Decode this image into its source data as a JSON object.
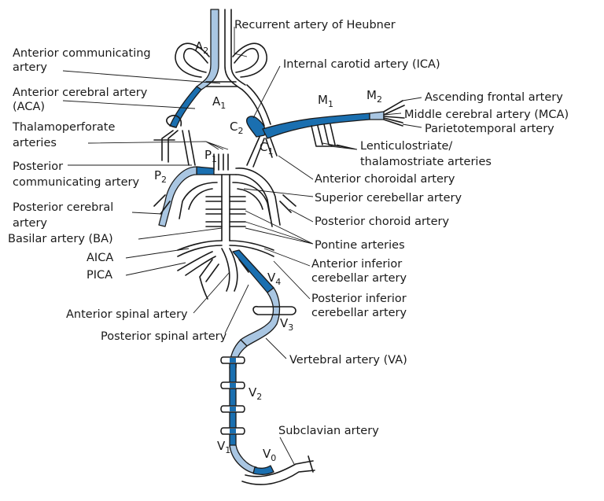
{
  "colors": {
    "outline": "#1a1a1a",
    "highlight_dark": "#1a6fb0",
    "highlight_light": "#a9c6e2",
    "background": "#ffffff"
  },
  "labels": {
    "heubner": "Recurrent artery of Heubner",
    "acom_1": "Anterior communicating",
    "acom_2": "artery",
    "ica": "Internal carotid artery (ICA)",
    "aca_1": "Anterior cerebral artery",
    "aca_2": "(ACA)",
    "ascending_frontal": "Ascending frontal artery",
    "mca": "Middle cerebral artery (MCA)",
    "parietotemporal": "Parietotemporal artery",
    "thalamo_1": "Thalamoperforate",
    "thalamo_2": "arteries",
    "lenticulo_1": "Lenticulostriate/",
    "lenticulo_2": "thalamostriate arteries",
    "pcom_1": "Posterior",
    "pcom_2": "communicating artery",
    "ant_choroidal": "Anterior choroidal artery",
    "sca": "Superior cerebellar artery",
    "pca_1": "Posterior cerebral",
    "pca_2": "artery",
    "post_choroid": "Posterior choroid artery",
    "basilar": "Basilar artery (BA)",
    "pontine": "Pontine arteries",
    "aica": "AICA",
    "pica": "PICA",
    "aica_full_1": "Anterior inferior",
    "aica_full_2": "cerebellar artery",
    "pica_full_1": "Posterior inferior",
    "pica_full_2": "cerebellar artery",
    "ant_spinal": "Anterior spinal artery",
    "post_spinal": "Posterior spinal artery",
    "vertebral": "Vertebral artery (VA)",
    "subclavian": "Subclavian artery"
  },
  "segments": {
    "a2": {
      "main": "A",
      "sub": "2"
    },
    "a1": {
      "main": "A",
      "sub": "1"
    },
    "m1": {
      "main": "M",
      "sub": "1"
    },
    "m2": {
      "main": "M",
      "sub": "2"
    },
    "c2": {
      "main": "C",
      "sub": "2"
    },
    "c1": {
      "main": "C",
      "sub": "1"
    },
    "p1": {
      "main": "P",
      "sub": "1"
    },
    "p2": {
      "main": "P",
      "sub": "2"
    },
    "v4": {
      "main": "V",
      "sub": "4"
    },
    "v3": {
      "main": "V",
      "sub": "3"
    },
    "v2": {
      "main": "V",
      "sub": "2"
    },
    "v1": {
      "main": "V",
      "sub": "1"
    },
    "v0": {
      "main": "V",
      "sub": "0"
    }
  }
}
